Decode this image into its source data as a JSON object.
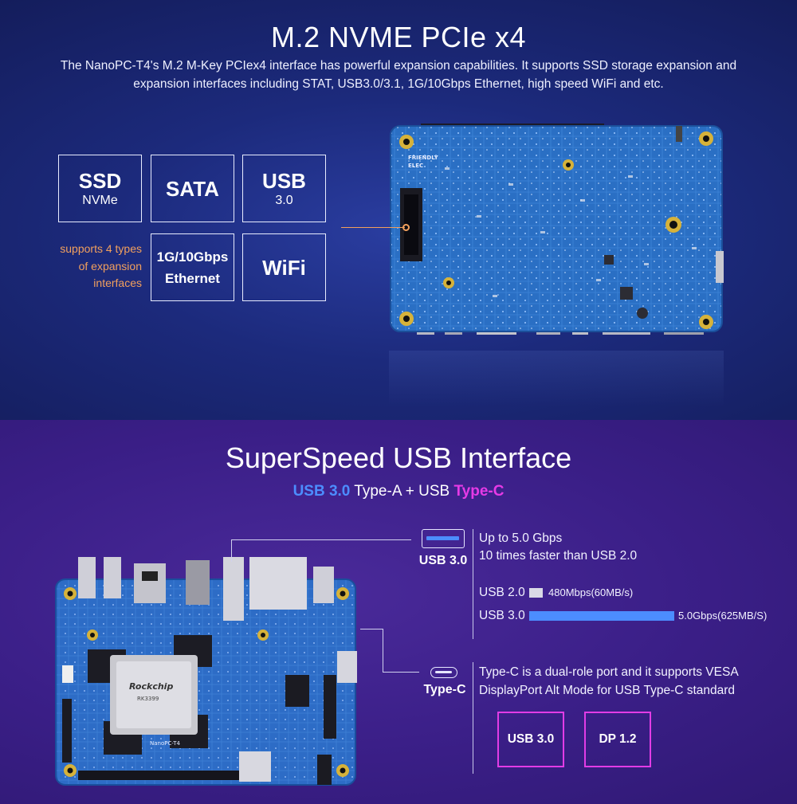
{
  "pcie": {
    "title": "M.2 NVME PCIe x4",
    "description": "The NanoPC-T4's M.2 M-Key PCIex4 interface has powerful expansion capabilities. It supports SSD storage expansion and expansion interfaces including STAT,  USB3.0/3.1, 1G/10Gbps Ethernet, high speed WiFi and etc.",
    "boxes": {
      "ssd": {
        "main": "SSD",
        "sub": "NVMe"
      },
      "sata": {
        "main": "SATA"
      },
      "usb": {
        "main": "USB",
        "sub": "3.0"
      },
      "ethernet": {
        "line1": "1G/10Gbps",
        "line2": "Ethernet"
      },
      "wifi": {
        "main": "WiFi"
      }
    },
    "supports_text": "supports 4 types of expansion interfaces",
    "board_silkscreen": "FRIENDLY ELEC",
    "accent_color": "#f2a05d"
  },
  "usb": {
    "title": "SuperSpeed USB Interface",
    "subtitle": {
      "part1": "USB 3.0",
      "part2": " Type-A + USB ",
      "part3": "Type-C"
    },
    "usb30_label": "USB 3.0",
    "typec_label": "Type-C",
    "speed_line1": "Up to 5.0 Gbps",
    "speed_line2": "10 times faster than USB 2.0",
    "bars": [
      {
        "name": "USB 2.0",
        "value_label": "480Mbps(60MB/s)",
        "value_mbps": 480,
        "color": "#d9d9e6"
      },
      {
        "name": "USB 3.0",
        "value_label": "5.0Gbps(625MB/S)",
        "value_mbps": 5000,
        "color": "#4c8dff"
      }
    ],
    "typec_desc_line1": "Type-C is a dual-role port and it supports VESA",
    "typec_desc_line2": "DisplayPort Alt Mode for USB Type-C standard",
    "modes": [
      "USB 3.0",
      "DP 1.2"
    ],
    "chip_label": "Rockchip",
    "chip_model": "RK3399",
    "board_name": "NanoPC-T4",
    "accent_blue": "#4c8dff",
    "accent_pink": "#e23ce6"
  }
}
